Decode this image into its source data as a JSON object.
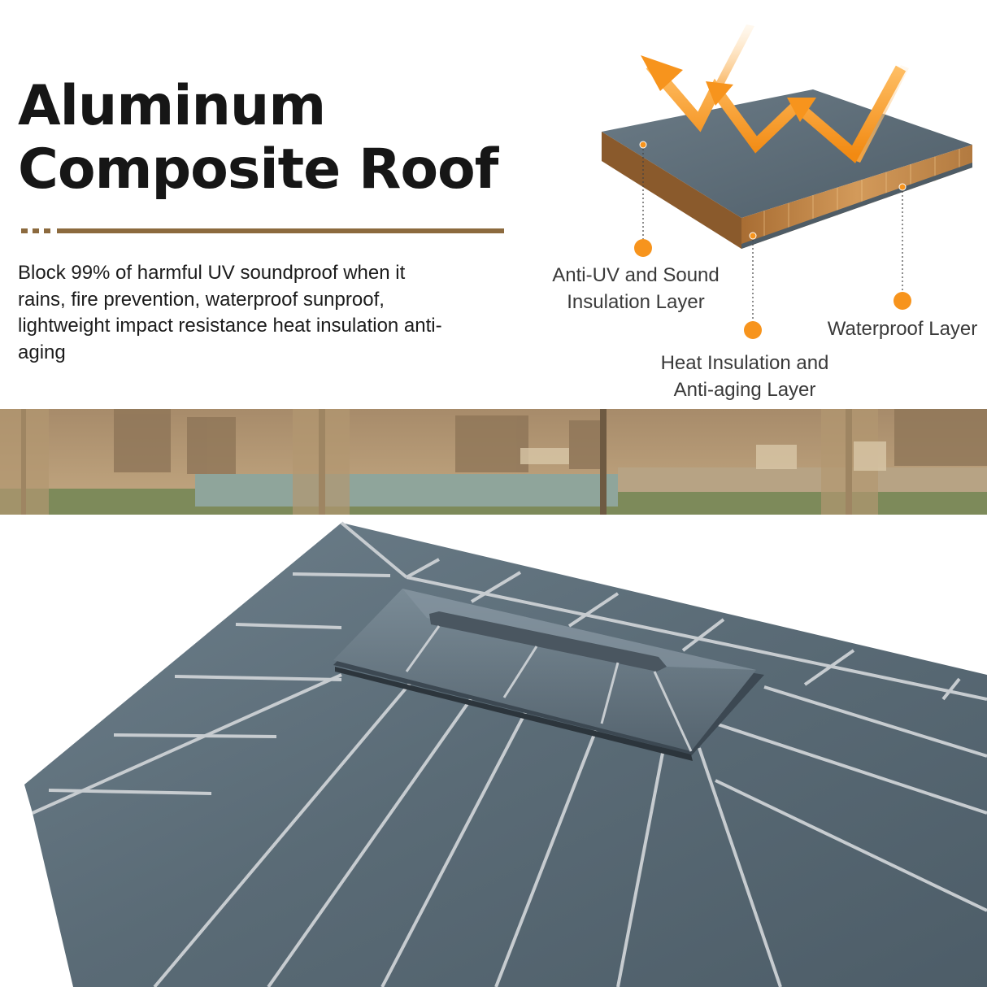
{
  "headline": {
    "line1": "Aluminum",
    "line2": "Composite Roof"
  },
  "description": "Block 99% of harmful UV soundproof when it rains, fire prevention, waterproof sunproof, lightweight impact resistance heat insulation anti-aging",
  "layers": {
    "anti_uv": [
      "Anti-UV and Sound",
      "Insulation Layer"
    ],
    "heat": [
      "Heat Insulation and",
      "Anti-aging Layer"
    ],
    "waterproof": "Waterproof Layer"
  },
  "colors": {
    "accent_bronze": "#8c6a3e",
    "marker_orange": "#f7941d",
    "panel_slate": "#5b6b77",
    "seam_silver": "#c7ccd0",
    "core_copper": "#b37a3f"
  },
  "icons": {
    "sun_rays": "zigzag-arrow-icon",
    "marker": "orange-dot-icon"
  }
}
